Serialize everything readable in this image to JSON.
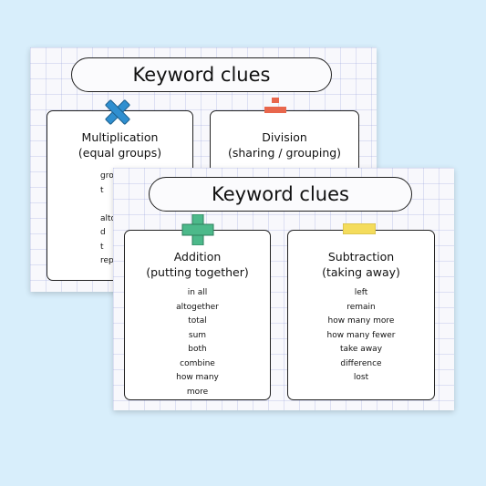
{
  "posters": [
    {
      "title": "Keyword clues",
      "cards": [
        {
          "heading_line1": "Multiplication",
          "heading_line2": "(equal groups)",
          "words": [
            "gro",
            "t",
            "",
            "alto",
            "d",
            "t",
            "rep"
          ],
          "icon": "multiply-icon",
          "color": "#2f8fd0"
        },
        {
          "heading_line1": "Division",
          "heading_line2": "(sharing / grouping)",
          "words": [],
          "icon": "divide-icon",
          "color": "#e8664c"
        }
      ]
    },
    {
      "title": "Keyword clues",
      "cards": [
        {
          "heading_line1": "Addition",
          "heading_line2": "(putting together)",
          "words": [
            "in all",
            "altogether",
            "total",
            "sum",
            "both",
            "combine",
            "how many",
            "more"
          ],
          "icon": "plus-icon",
          "color": "#4cb98a"
        },
        {
          "heading_line1": "Subtraction",
          "heading_line2": "(taking away)",
          "words": [
            "left",
            "remain",
            "how many more",
            "how many fewer",
            "take away",
            "difference",
            "lost"
          ],
          "icon": "minus-icon",
          "color": "#f4dc5c"
        }
      ]
    }
  ]
}
